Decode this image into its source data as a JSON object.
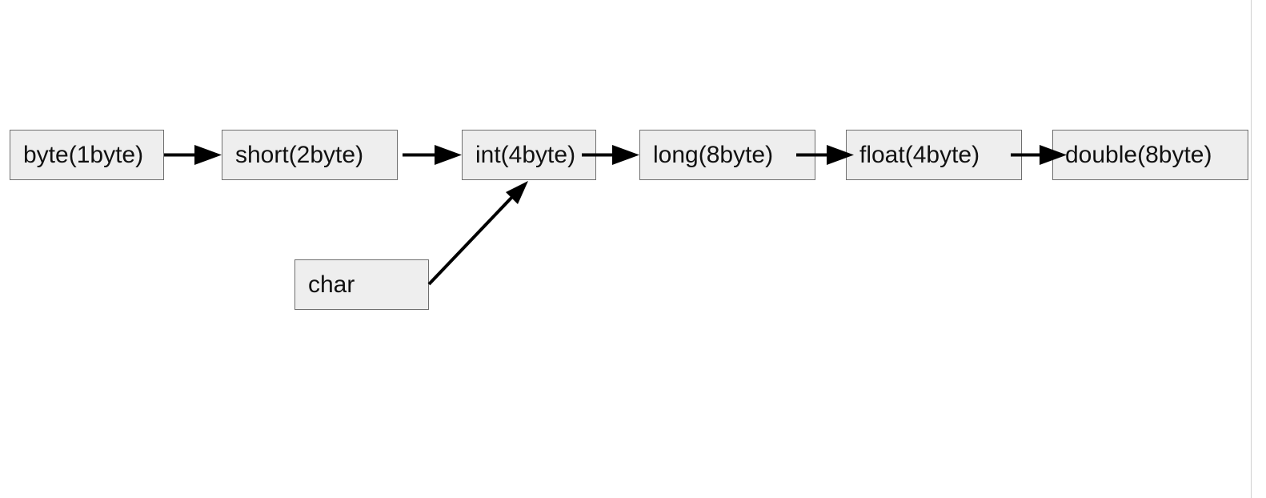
{
  "diagram": {
    "nodes": {
      "byte": "byte(1byte)",
      "short": "short(2byte)",
      "int": "int(4byte)",
      "long": "long(8byte)",
      "float": "float(4byte)",
      "double": "double(8byte)",
      "char": "char"
    },
    "edges": [
      {
        "from": "byte",
        "to": "short"
      },
      {
        "from": "short",
        "to": "int"
      },
      {
        "from": "int",
        "to": "long"
      },
      {
        "from": "long",
        "to": "float"
      },
      {
        "from": "float",
        "to": "double"
      },
      {
        "from": "char",
        "to": "int"
      }
    ],
    "colors": {
      "node_fill": "#eeeeee",
      "node_border": "#6f6f6f",
      "arrow": "#000000"
    }
  }
}
